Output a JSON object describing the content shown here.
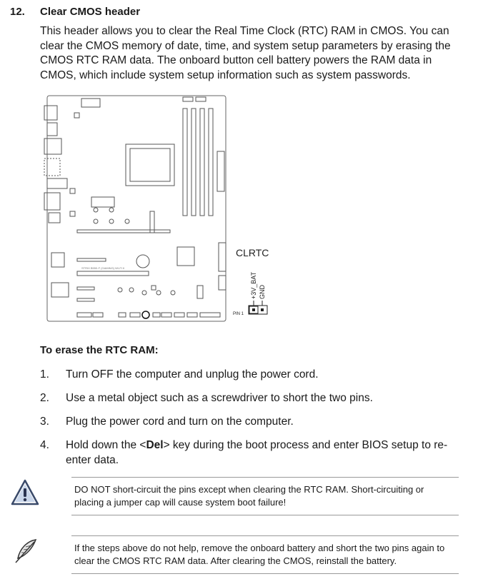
{
  "section": {
    "number": "12.",
    "title": "Clear CMOS header",
    "intro": "This header allows you to clear the Real Time Clock (RTC) RAM in CMOS. You can clear the CMOS memory of date, time, and system setup parameters by erasing the CMOS RTC RAM data. The onboard button cell battery powers the RAM data in CMOS, which include system setup information such as system passwords."
  },
  "diagram": {
    "header_label": "CLRTC",
    "pin_labels": [
      "+3V_BAT",
      "GND"
    ],
    "pin1_label": "PIN 1",
    "board_marking": "STRIX B550-F (GAMING) WI-FI II"
  },
  "procedure": {
    "heading": "To erase the RTC RAM:",
    "steps": [
      {
        "num": "1.",
        "text": "Turn OFF the computer and unplug the power cord."
      },
      {
        "num": "2.",
        "text": "Use a metal object such as a screwdriver to short the two pins."
      },
      {
        "num": "3.",
        "text": "Plug the power cord and turn on the computer."
      },
      {
        "num": "4.",
        "text_before": "Hold down the <",
        "key": "Del",
        "text_after": "> key during the boot process and enter BIOS setup to re-enter data."
      }
    ]
  },
  "notes": {
    "warning": {
      "icon": "warning-icon",
      "text": "DO NOT short-circuit the pins except when clearing the RTC RAM. Short-circuiting or placing a jumper cap will cause system boot failure!"
    },
    "tip": {
      "icon": "feather-icon",
      "text": "If the steps above do not help, remove the onboard battery and short the two pins again to clear the CMOS RTC RAM data. After clearing the CMOS, reinstall the battery."
    }
  }
}
